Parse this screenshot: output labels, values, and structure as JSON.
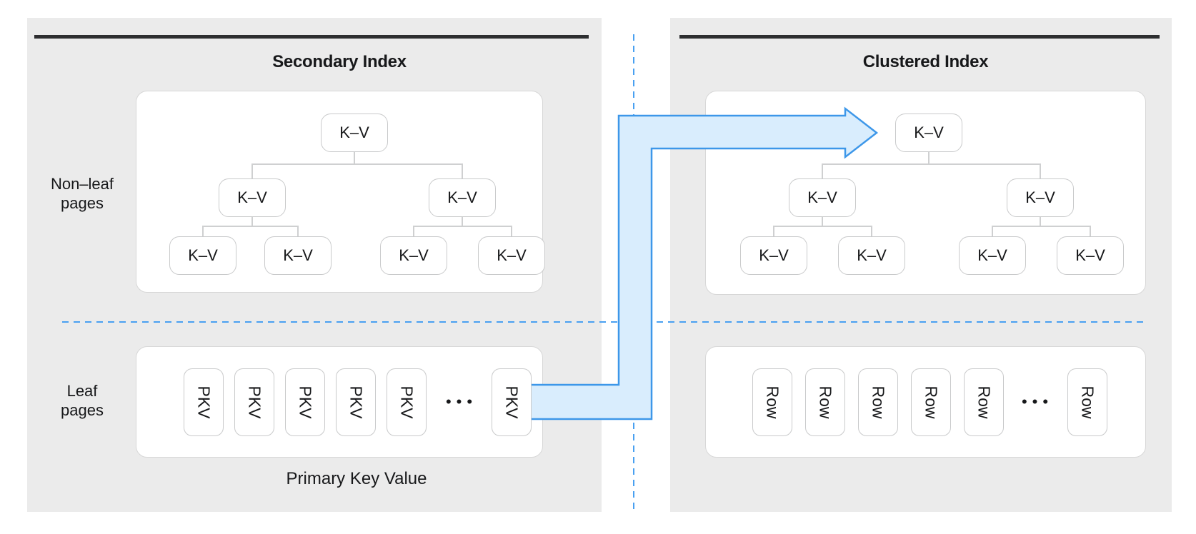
{
  "colors": {
    "panel_bg": "#ebebeb",
    "title_bar": "#2d2e30",
    "container_border": "#d7d7d7",
    "node_border": "#c9cacb",
    "connector": "#cfd0d1",
    "dashed_line": "#49a0f1",
    "arrow_fill": "#d9edfd",
    "arrow_stroke": "#3d97e9",
    "text": "#17181a"
  },
  "left_panel": {
    "title": "Secondary Index",
    "node_label": "K–V",
    "leaf_label": "PKV",
    "ellipsis": "•••",
    "caption": "Primary Key Value"
  },
  "right_panel": {
    "title": "Clustered Index",
    "node_label": "K–V",
    "leaf_label": "Row",
    "ellipsis": "•••"
  },
  "side_labels": {
    "non_leaf_line1": "Non–leaf",
    "non_leaf_line2": "pages",
    "leaf_line1": "Leaf",
    "leaf_line2": "pages"
  }
}
